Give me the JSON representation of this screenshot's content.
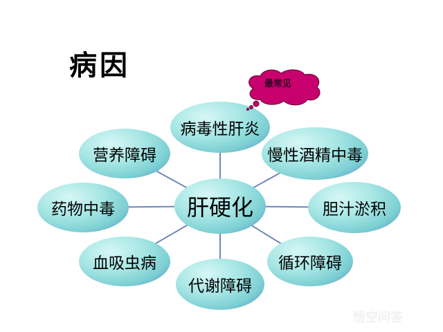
{
  "title": "病因",
  "center": "肝硬化",
  "nodes": {
    "top": "病毒性肝炎",
    "top_right": "慢性酒精中毒",
    "right": "胆汁淤积",
    "bottom_right": "循环障碍",
    "bottom": "代谢障碍",
    "bottom_left": "血吸虫病",
    "left": "药物中毒",
    "top_left": "营养障碍"
  },
  "callout": "最常见",
  "watermark": "悟空问答"
}
